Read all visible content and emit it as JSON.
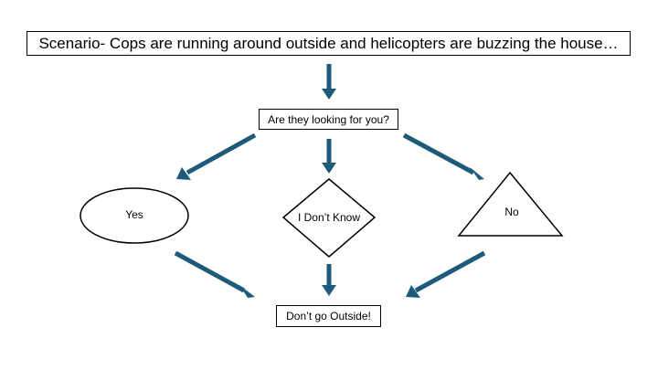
{
  "diagram": {
    "scenario": "Scenario- Cops are running around outside and helicopters are buzzing the house…",
    "question": "Are they looking for you?",
    "options": {
      "yes": "Yes",
      "unknown": "I Don’t Know",
      "no": "No"
    },
    "result": "Don’t go Outside!"
  },
  "colors": {
    "arrow": "#1e5b7a",
    "outline": "#000000",
    "background": "#ffffff"
  }
}
